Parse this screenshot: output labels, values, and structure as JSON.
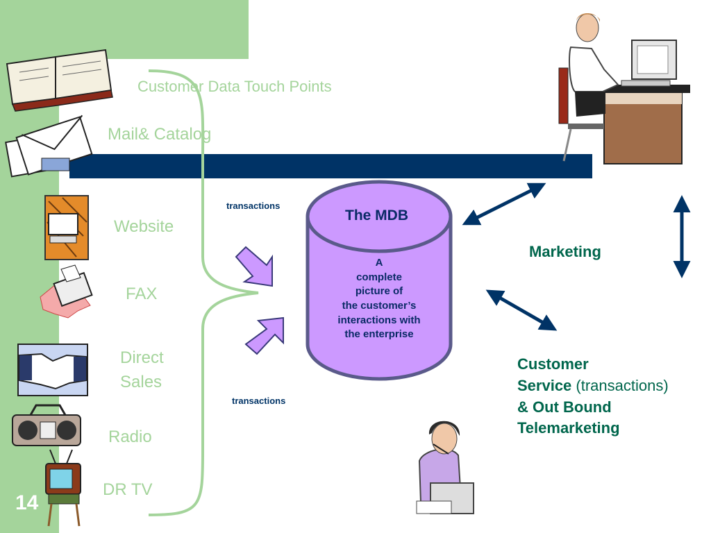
{
  "diagram": {
    "title": "Customer Data Touch Points",
    "slide_number": "14",
    "touch_points": [
      "Mail& Catalog",
      "Website",
      "FAX",
      "Direct",
      "Sales",
      "Radio",
      "DR TV"
    ],
    "transactions_top": "transactions",
    "transactions_bottom": "transactions",
    "mdb": {
      "title": "The MDB",
      "lines": [
        "A",
        "complete",
        "picture of",
        "the customer’s",
        "interactions with",
        "the enterprise"
      ]
    },
    "marketing": "Marketing",
    "customer_service": {
      "line1": "Customer",
      "line2_bold": "Service",
      "line2_normal": "(transactions)",
      "line3": "& Out Bound",
      "line4": "Telemarketing"
    }
  },
  "colors": {
    "green": "#a4d49b",
    "navy": "#003366",
    "teal": "#00664c",
    "mdb_fill": "#cc99ff",
    "mdb_stroke": "#5a5a8a"
  }
}
